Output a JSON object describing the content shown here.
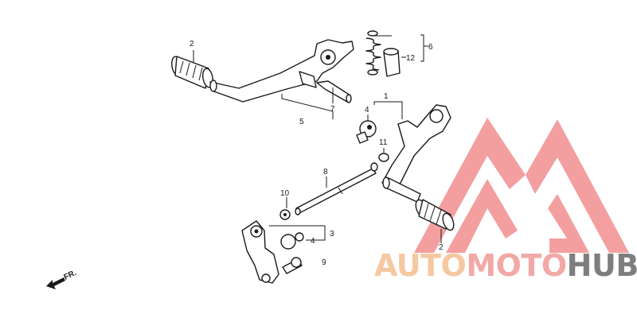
{
  "diagram": {
    "callouts": {
      "c1": "1",
      "c2_left": "2",
      "c2_right": "2",
      "c3": "3",
      "c4_top": "4",
      "c4_bottom": "4",
      "c5": "5",
      "c6": "6",
      "c7": "7",
      "c8": "8",
      "c9": "9",
      "c10": "10",
      "c11": "11",
      "c12": "12"
    },
    "direction_label": "FR."
  },
  "watermark": {
    "part1": "AUTO",
    "part2": "MOTO",
    "part3": "HUB",
    "colors": {
      "auto": "#f6c8a0",
      "moto": "#f2a9a6",
      "hub": "#7e7e7e",
      "logo": "#f08080"
    }
  }
}
